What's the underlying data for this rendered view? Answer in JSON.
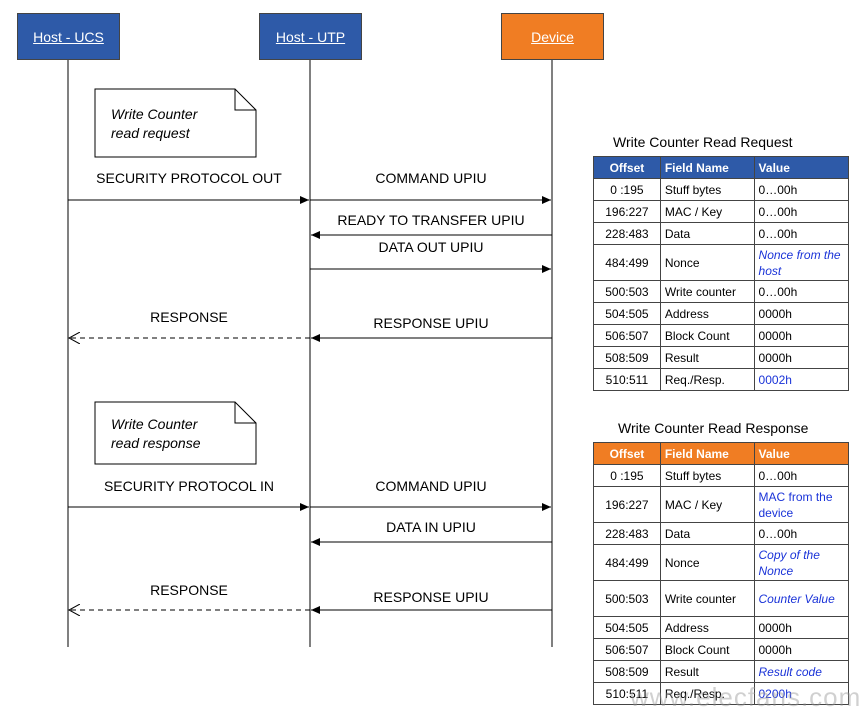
{
  "actors": {
    "host_ucs": "Host - UCS",
    "host_utp": "Host - UTP",
    "device": "Device"
  },
  "notes": {
    "request": [
      "Write Counter",
      "read request"
    ],
    "response": [
      "Write Counter",
      "read response"
    ]
  },
  "messages": {
    "sec_out": "SECURITY PROTOCOL OUT",
    "cmd_upiu_1": "COMMAND UPIU",
    "ready_to_transfer": "READY TO TRANSFER UPIU",
    "data_out": "DATA OUT UPIU",
    "response_1": "RESPONSE",
    "response_upiu_1": "RESPONSE UPIU",
    "sec_in": "SECURITY PROTOCOL IN",
    "cmd_upiu_2": "COMMAND UPIU",
    "data_in": "DATA IN UPIU",
    "response_2": "RESPONSE",
    "response_upiu_2": "RESPONSE UPIU"
  },
  "request_table": {
    "title": "Write Counter Read Request",
    "headers": [
      "Offset",
      "Field Name",
      "Value"
    ],
    "rows": [
      [
        "0 :195",
        "Stuff bytes",
        "0…00h"
      ],
      [
        "196:227",
        "MAC / Key",
        "0…00h"
      ],
      [
        "228:483",
        "Data",
        "0…00h"
      ],
      [
        "484:499",
        "Nonce",
        "Nonce from the host"
      ],
      [
        "500:503",
        "Write counter",
        "0…00h"
      ],
      [
        "504:505",
        "Address",
        "0000h"
      ],
      [
        "506:507",
        "Block Count",
        "0000h"
      ],
      [
        "508:509",
        "Result",
        "0000h"
      ],
      [
        "510:511",
        "Req./Resp.",
        "0002h"
      ]
    ]
  },
  "response_table": {
    "title": "Write Counter Read Response",
    "headers": [
      "Offset",
      "Field Name",
      "Value"
    ],
    "rows": [
      [
        "0 :195",
        "Stuff bytes",
        "0…00h"
      ],
      [
        "196:227",
        "MAC / Key",
        "MAC from the device"
      ],
      [
        "228:483",
        "Data",
        "0…00h"
      ],
      [
        "484:499",
        "Nonce",
        "Copy of the Nonce"
      ],
      [
        "500:503",
        "Write counter",
        "Counter Value"
      ],
      [
        "504:505",
        "Address",
        "0000h"
      ],
      [
        "506:507",
        "Block Count",
        "0000h"
      ],
      [
        "508:509",
        "Result",
        "Result code"
      ],
      [
        "510:511",
        "Req./Resp.",
        "0200h"
      ]
    ]
  },
  "watermark": "www.elecfans.com",
  "colors": {
    "blue": "#2e5aa8",
    "orange": "#f07d23",
    "value_blue": "#1a33d8"
  }
}
